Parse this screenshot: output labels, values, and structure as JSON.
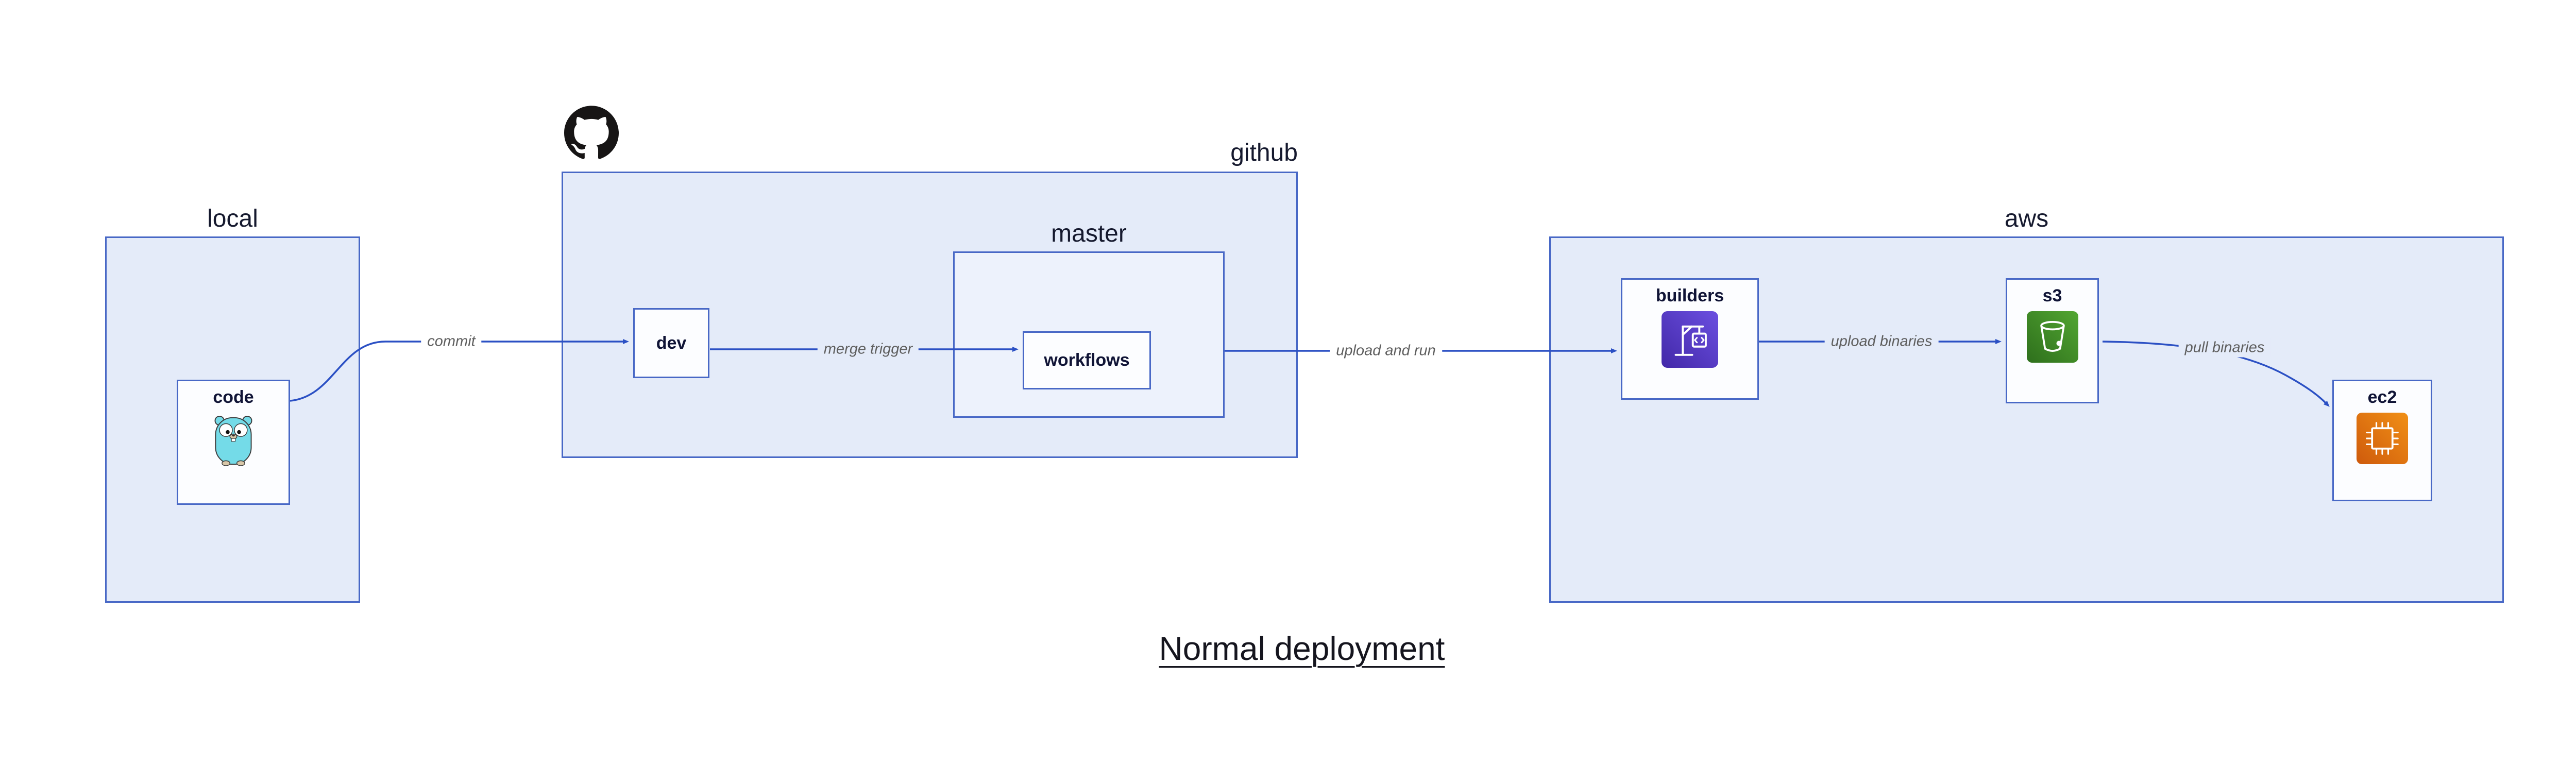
{
  "diagram": {
    "title": "Normal deployment",
    "groups": {
      "local": "local",
      "github": "github",
      "master": "master",
      "aws": "aws"
    },
    "nodes": {
      "code": "code",
      "dev": "dev",
      "workflows": "workflows",
      "builders": "builders",
      "s3": "s3",
      "ec2": "ec2"
    },
    "edges": {
      "commit": "commit",
      "merge_trigger": "merge trigger",
      "upload_and_run": "upload and run",
      "upload_binaries": "upload binaries",
      "pull_binaries": "pull binaries"
    },
    "colors": {
      "page_bg": "#FFFFFF",
      "group_fill": "#E4EBF9",
      "subgroup_fill": "#EDF2FC",
      "node_fill": "#FCFDFF",
      "border": "#4868C6",
      "edge": "#2B50C4",
      "edge_label": "#5E5E5E",
      "label": "#15192E",
      "github_black": "#171515",
      "gopher_teal": "#74DBE8",
      "codebuild_purple": "#5A43D6",
      "s3_green": "#3F8624",
      "ec2_orange": "#D86613"
    }
  }
}
